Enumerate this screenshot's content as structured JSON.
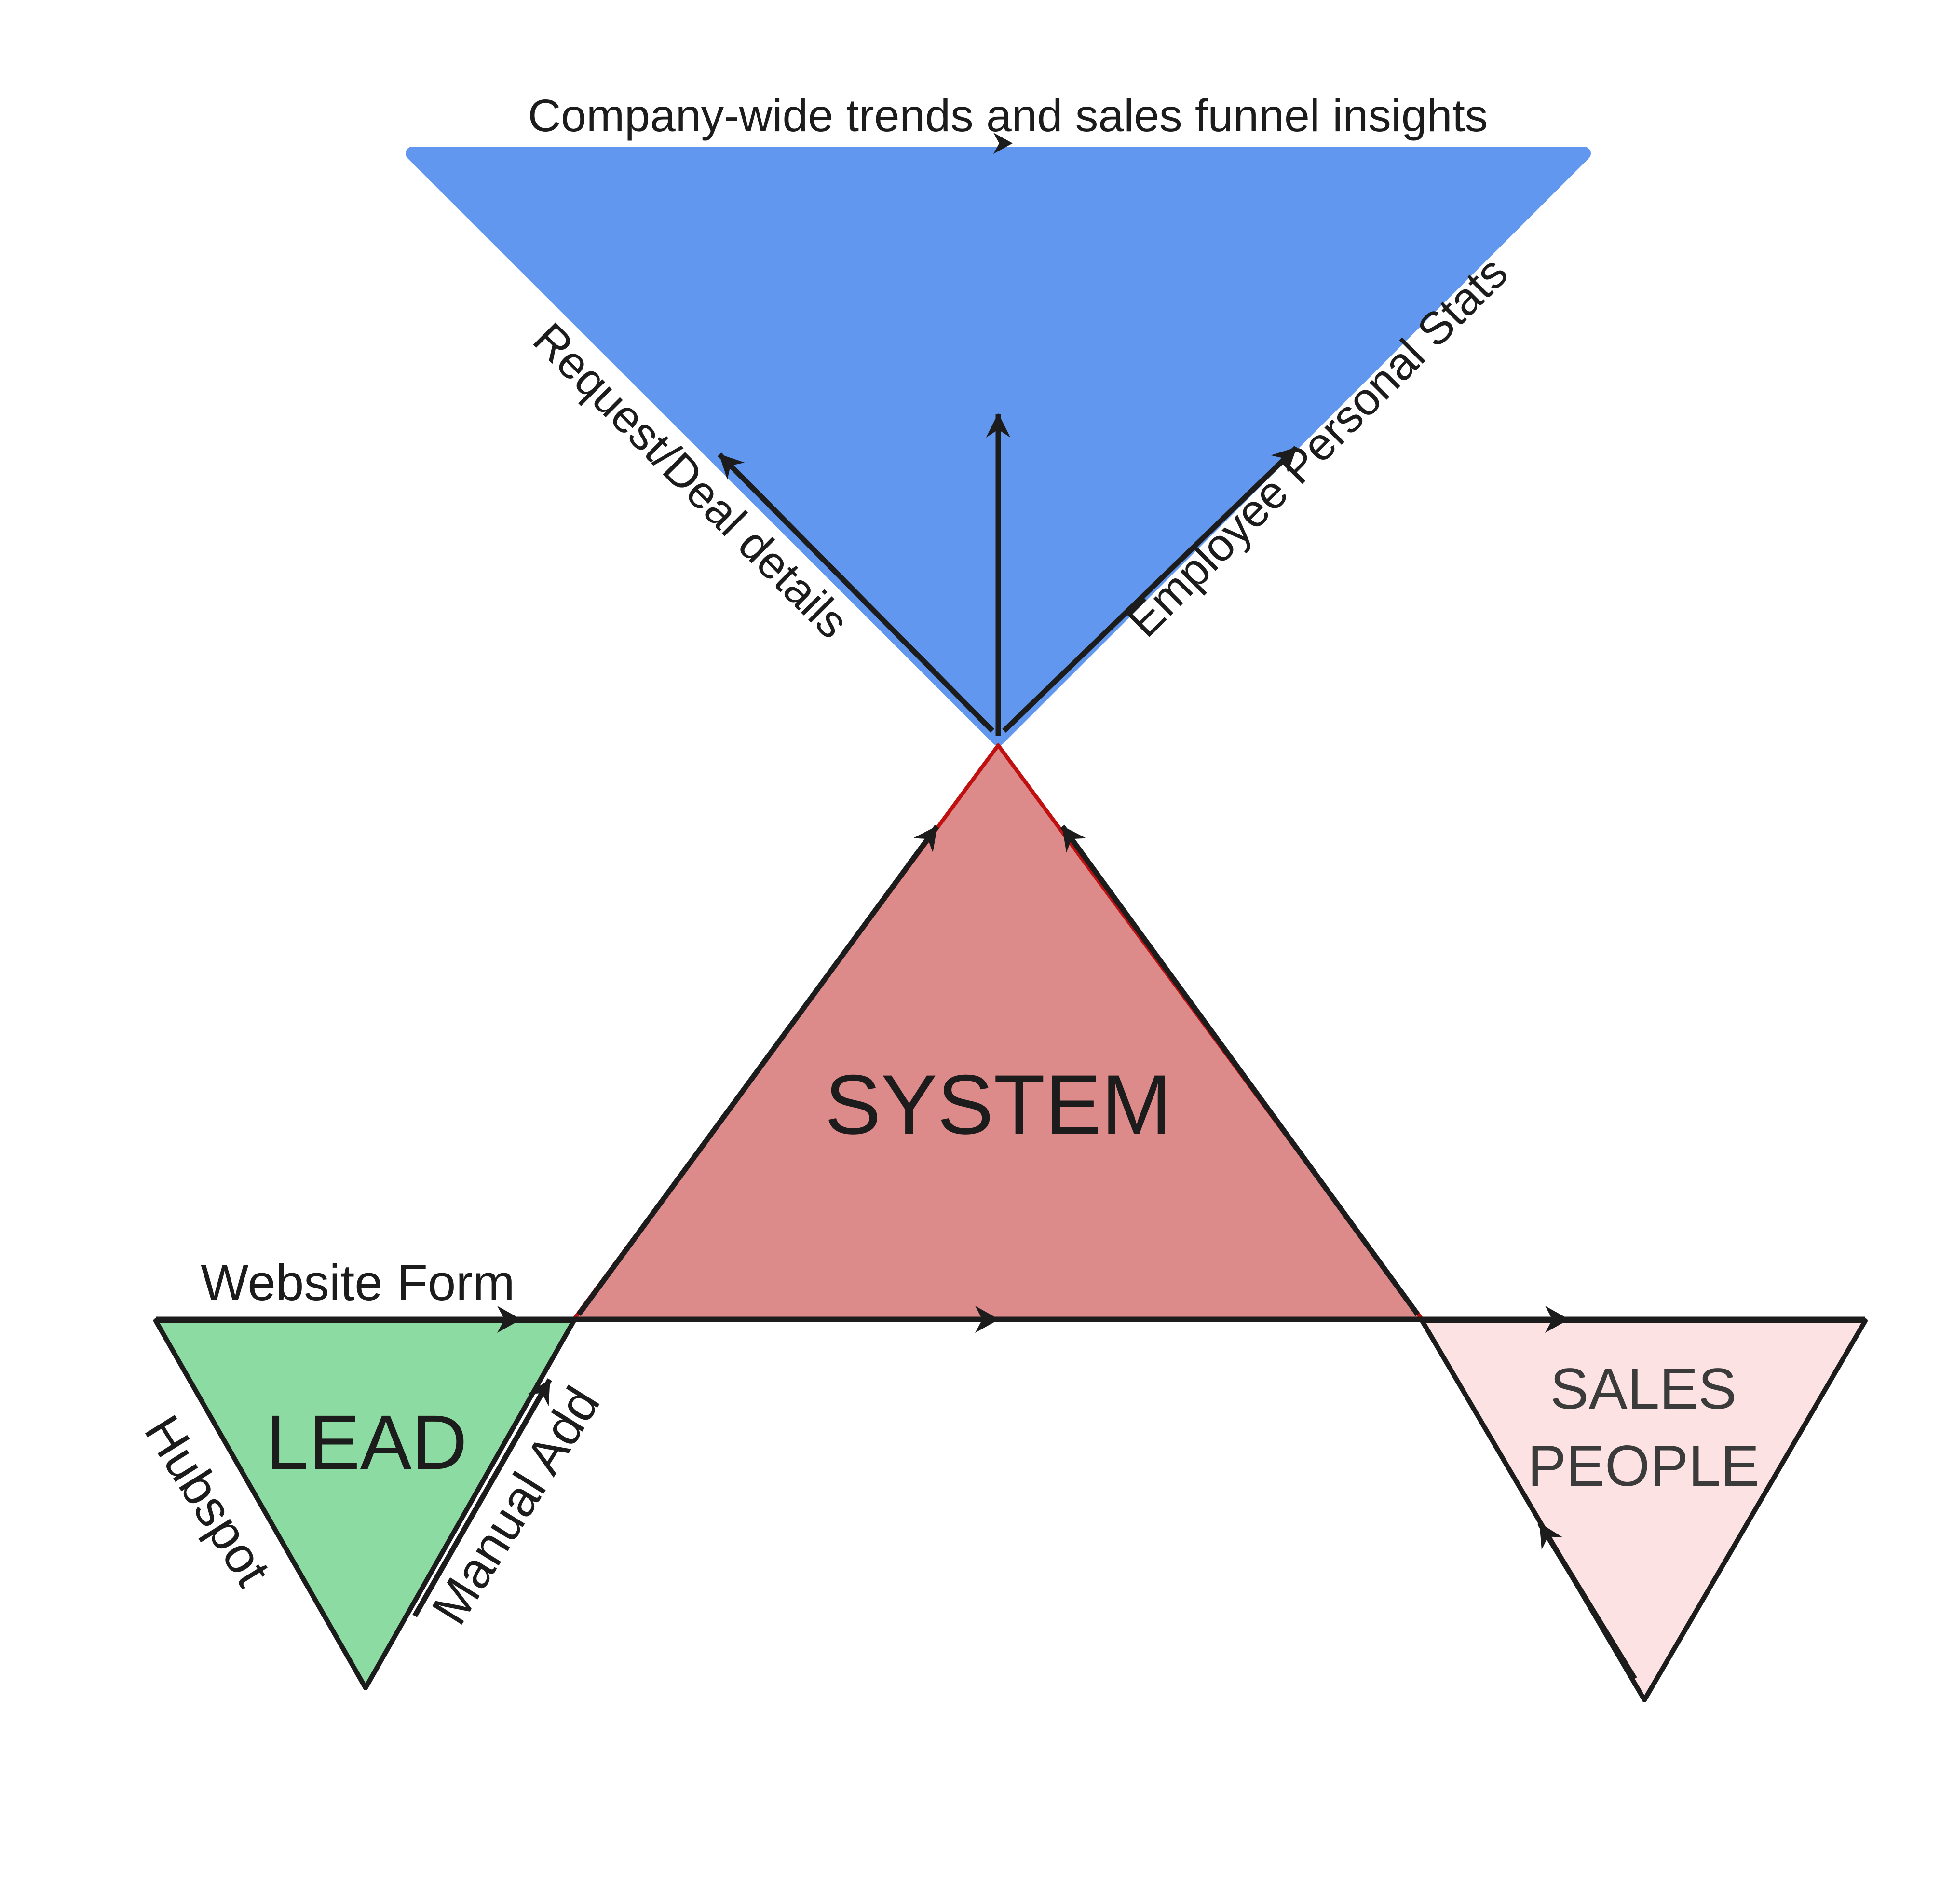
{
  "colors": {
    "insights_fill": "#6197EE",
    "system_fill": "#DC8A8A",
    "system_stroke": "#C01010",
    "lead_fill": "#8CDBA2",
    "sales_fill": "#FCE2E2",
    "line_color": "#1C1C1C"
  },
  "labels": {
    "flow_title": "Company-wide trends and sales funnel insights",
    "request_deal": "Request/Deal details",
    "employee_stats": "Employee Personal Stats",
    "system": "SYSTEM",
    "website_form": "Website Form",
    "lead": "LEAD",
    "hubspot": "Hubspot",
    "manual_add": "Manual Add",
    "sales_line1": "SALES",
    "sales_line2": "PEOPLE"
  }
}
